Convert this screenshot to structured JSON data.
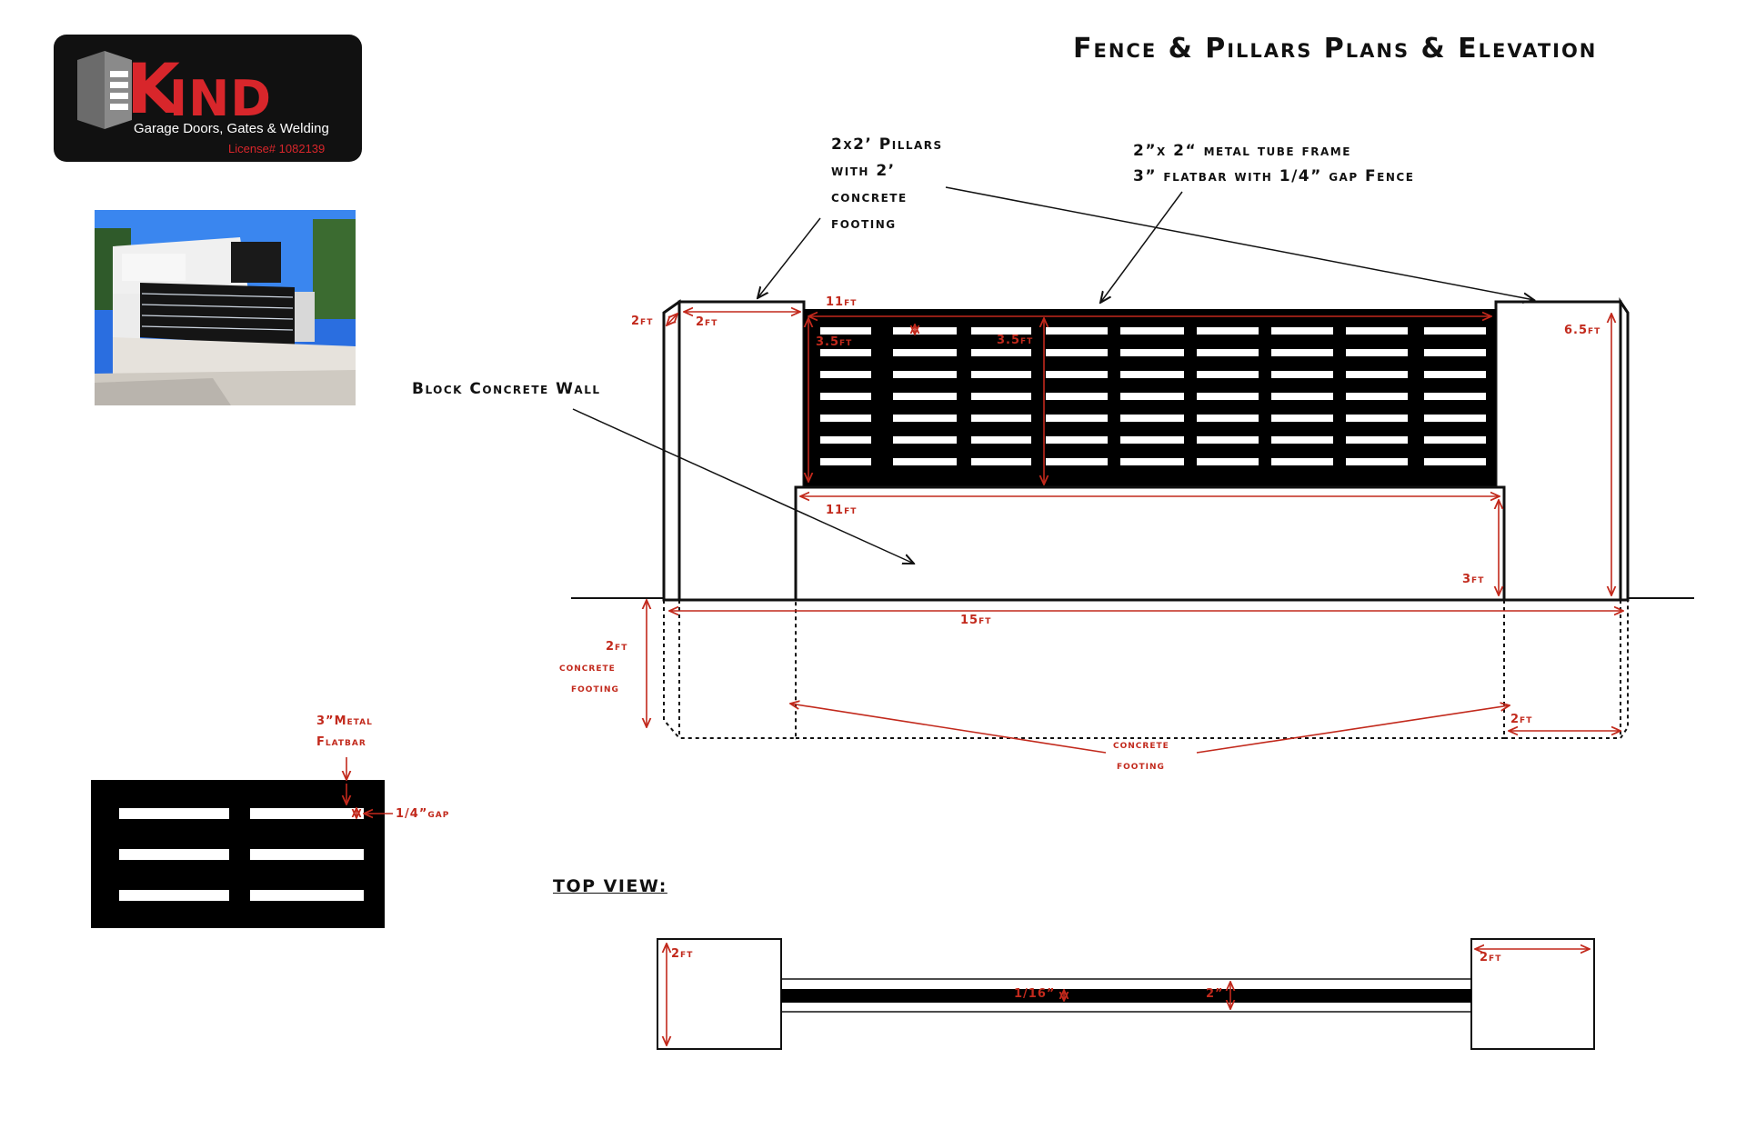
{
  "logo": {
    "brand_initial": "K",
    "brand_rest": "IND",
    "tagline": "Garage Doors, Gates & Welding",
    "license": "License# 1082139"
  },
  "title": "Fence & Pillars Plans & Elevation",
  "labels": {
    "pillars_line1": "2x2’ Pillars",
    "pillars_line2": "with 2’",
    "pillars_line3": "concrete",
    "pillars_line4": "footing",
    "frame_line1": "2”x 2“ metal tube frame",
    "frame_line2": "3” flatbar with 1/4” gap Fence",
    "block_wall": "Block Concrete Wall",
    "top_view": "TOP VIEW:"
  },
  "dimensions": {
    "pillar_left_depth": "2ft",
    "pillar_left_width": "2ft",
    "fence_top_width": "11ft",
    "fence_slat_height": "3.5ft",
    "fence_height": "3.5ft",
    "pillar_right_height": "6.5ft",
    "wall_width": "11ft",
    "wall_height": "3ft",
    "overall_width": "15ft",
    "footing_depth_1": "2ft",
    "footing_depth_2": "concrete",
    "footing_depth_3": "footing",
    "footing_label_1": "concrete",
    "footing_label_2": "footing",
    "footing_right_width": "2ft",
    "detail_flatbar_1": "3”Metal",
    "detail_flatbar_2": "Flatbar",
    "detail_gap": "1/4”gap",
    "top_left_pillar": "2ft",
    "top_right_pillar": "2ft",
    "top_gap": "1/16”",
    "top_thickness": "2”"
  },
  "colors": {
    "dimension_red": "#c2291c",
    "brand_red": "#d8262b",
    "ink": "#111111"
  }
}
